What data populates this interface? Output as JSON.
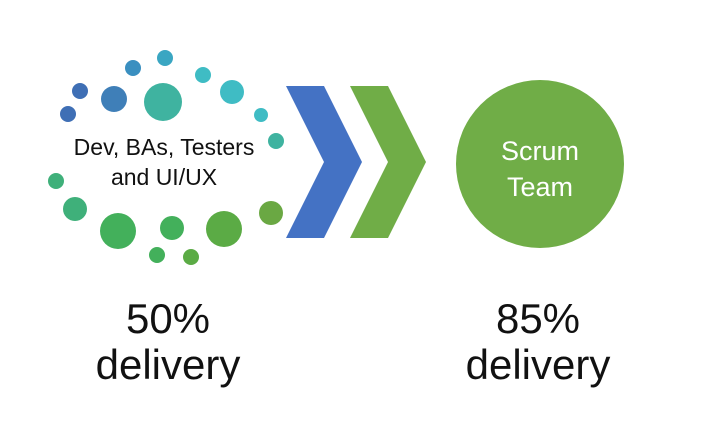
{
  "diagram": {
    "group_label_line1": "Dev, BAs, Testers",
    "group_label_line2": "and UI/UX",
    "team_label_line1": "Scrum",
    "team_label_line2": "Team",
    "left_metric_value": "50%",
    "left_metric_label": "delivery",
    "right_metric_value": "85%",
    "right_metric_label": "delivery"
  },
  "colors": {
    "chevron_blue": "#4472c4",
    "chevron_green": "#70ad47",
    "team_circle": "#70ad47",
    "dot_palette": [
      "#3f6fb5",
      "#3a8fc0",
      "#3fbcc4",
      "#3fb3a0",
      "#3fb07a",
      "#43b05b",
      "#5bab45",
      "#6aa843"
    ]
  },
  "icons": {
    "flow_arrows": "chevron-right-icon"
  }
}
